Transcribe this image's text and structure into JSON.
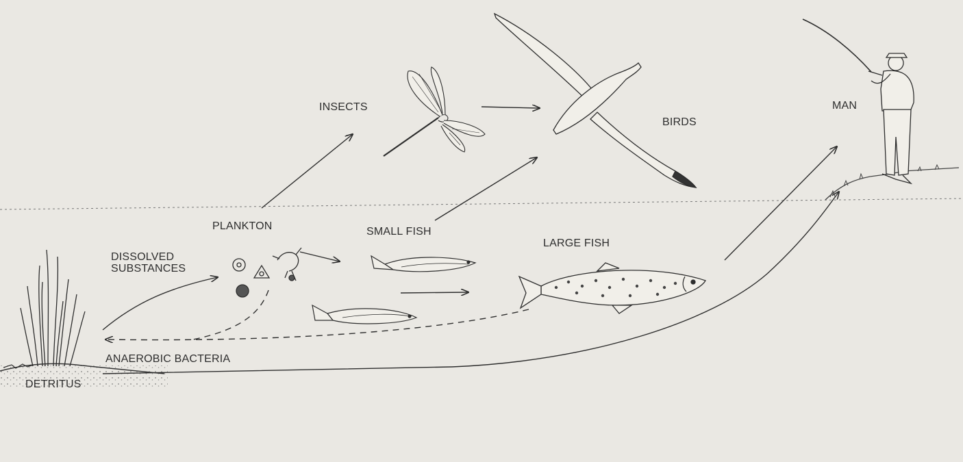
{
  "labels": {
    "insects": "INSECTS",
    "birds": "BIRDS",
    "man": "MAN",
    "plankton": "PLANKTON",
    "small_fish": "SMALL FISH",
    "large_fish": "LARGE FISH",
    "dissolved_line1": "DISSOLVED",
    "dissolved_line2": "SUBSTANCES",
    "bacteria": "ANAEROBIC BACTERIA",
    "detritus": "DETRITUS"
  },
  "colors": {
    "paper": "#eae8e3",
    "ink": "#2d2d2d"
  }
}
